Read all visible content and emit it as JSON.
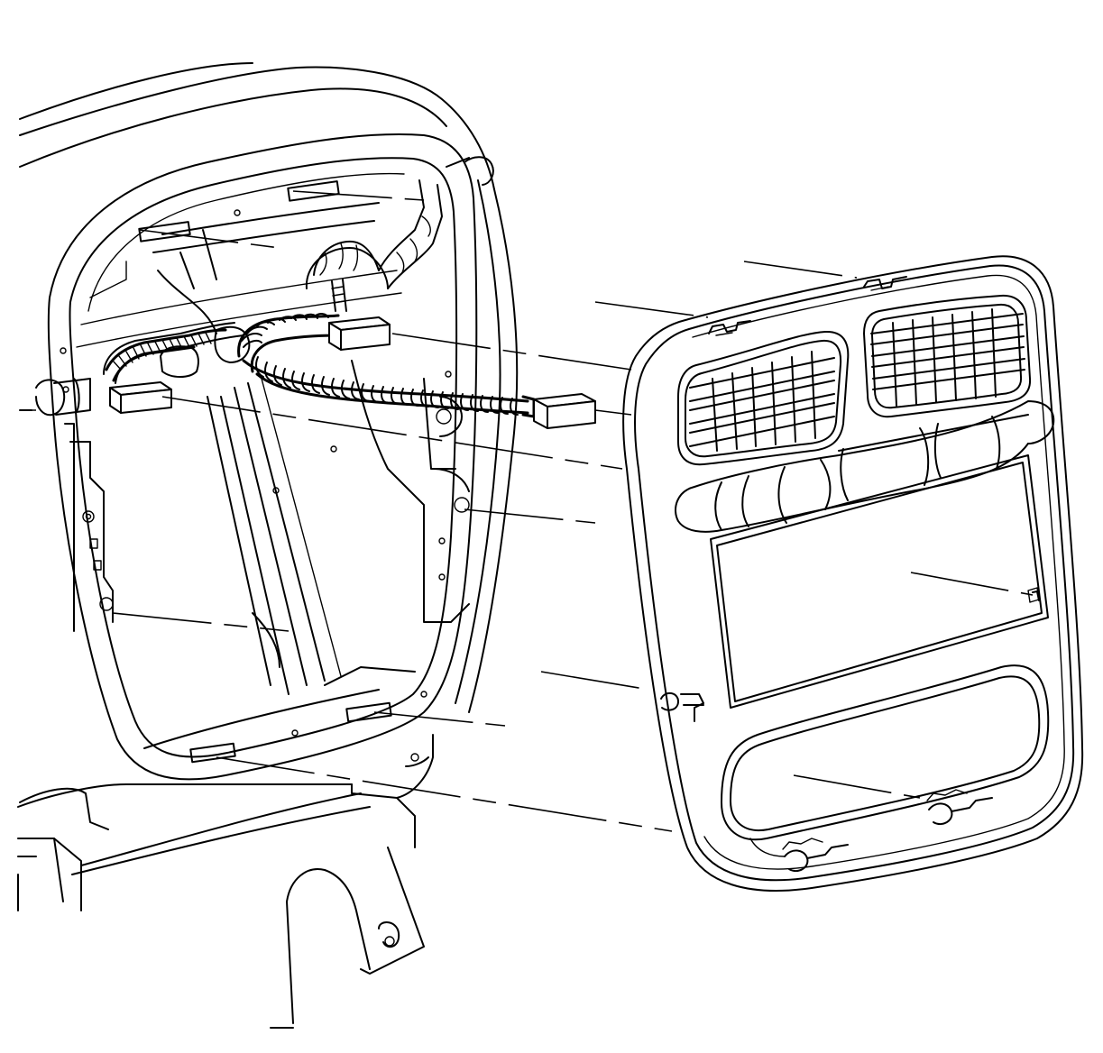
{
  "diagram": {
    "components": [
      "instrument-panel-opening",
      "wiring-harness",
      "harness-connector-upper",
      "harness-connector-left",
      "harness-connector-right",
      "air-outlet-left",
      "air-outlet-right",
      "accessory-trim-plate",
      "radio-opening",
      "lower-storage-opening"
    ],
    "colors": {
      "line": "#000000",
      "background": "#ffffff"
    }
  }
}
